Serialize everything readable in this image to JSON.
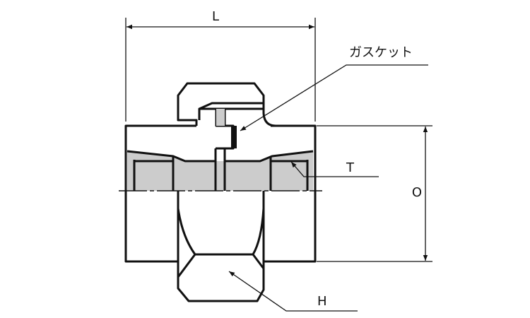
{
  "labels": {
    "length": "L",
    "gasket": "ガスケット",
    "thread": "T",
    "outer_diameter": "O",
    "hex": "H"
  },
  "colors": {
    "line": "#111111",
    "section_fill": "#cccccc"
  }
}
